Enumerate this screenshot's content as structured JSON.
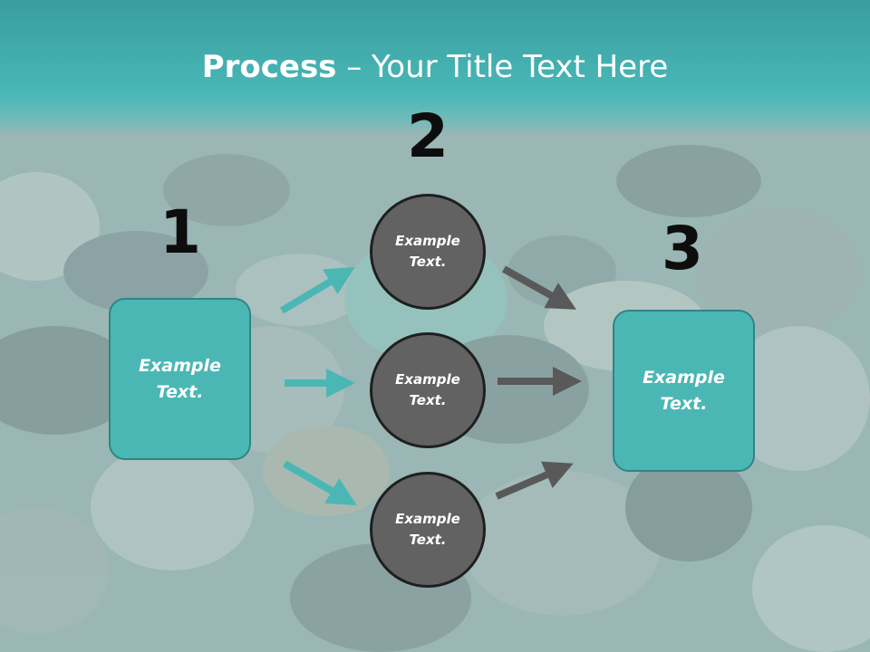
{
  "title": {
    "bold": "Process",
    "rest": " – Your Title Text Here"
  },
  "steps": {
    "one": {
      "number": "1",
      "label": "Example\nText."
    },
    "two": {
      "number": "2",
      "circles": [
        "Example\nText.",
        "Example\nText.",
        "Example\nText."
      ]
    },
    "three": {
      "number": "3",
      "label": "Example\nText."
    }
  },
  "colors": {
    "teal": "#4bb7b4",
    "teal_border": "#2f8584",
    "circle_fill": "#626262",
    "dark_arrow": "#595959",
    "header": "#49b8b7"
  }
}
